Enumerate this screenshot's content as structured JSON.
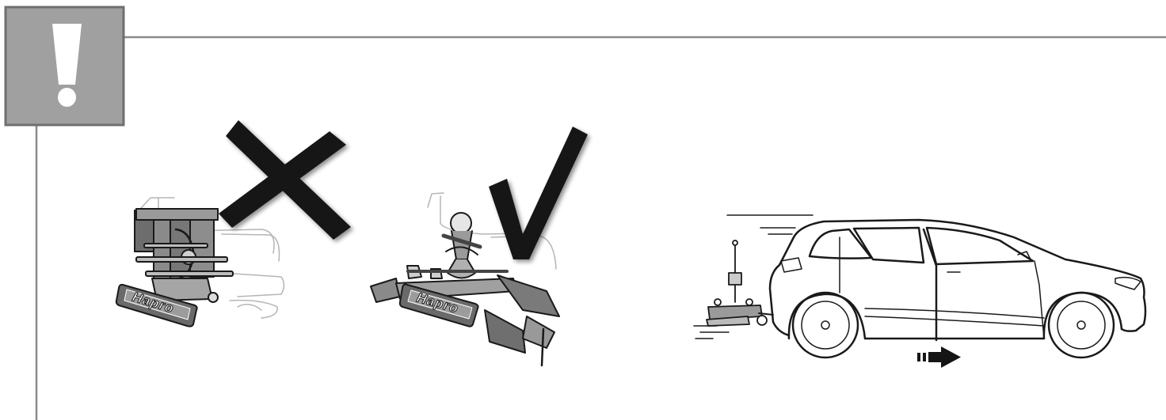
{
  "warning": {
    "icon": "exclamation-icon",
    "fill_color": "#a0a0a0",
    "border_color": "#6f6f6f"
  },
  "panels": {
    "folded_carrier": {
      "status": "wrong",
      "status_icon": "cross-icon",
      "brand": "Hapro"
    },
    "unfolded_carrier": {
      "status": "correct",
      "status_icon": "check-icon",
      "brand": "Hapro"
    },
    "driving": {
      "direction_icon": "arrow-right-icon"
    }
  },
  "colors": {
    "line": "#1a1a1a",
    "mark": "#151515",
    "frame": "#8a8a8a"
  }
}
